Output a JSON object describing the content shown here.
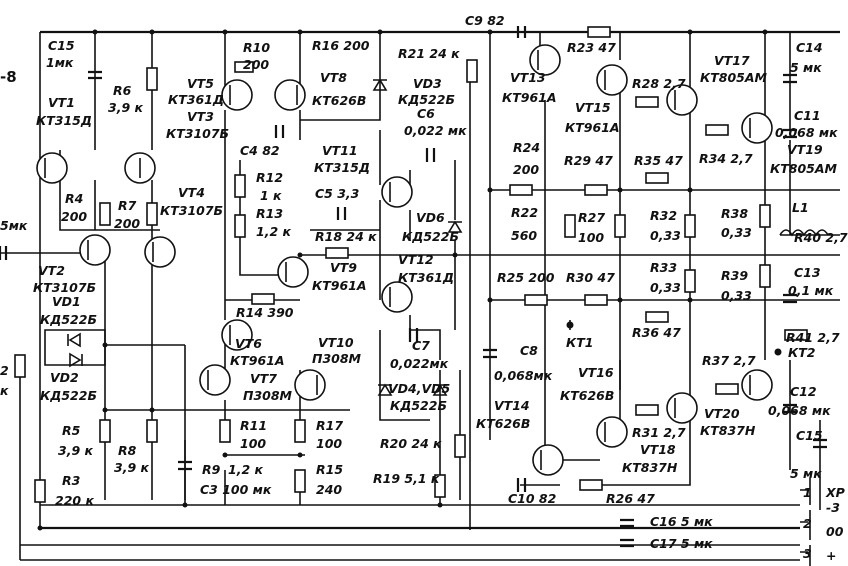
{
  "page_tag": "-8",
  "components": {
    "C15_top": [
      "C15",
      "1мк"
    ],
    "VT1": [
      "VT1",
      "КТ315Д"
    ],
    "R6": [
      "R6",
      "3,9 к"
    ],
    "VT5": [
      "VT5",
      "КТ361Д"
    ],
    "VT3": [
      "VT3",
      "КТ3107Б"
    ],
    "R10": [
      "R10",
      "200"
    ],
    "R16": [
      "R16 200"
    ],
    "VT8": [
      "VT8",
      "КТ626В"
    ],
    "C9": [
      "C9  82"
    ],
    "R21": [
      "R21 24 к"
    ],
    "VD3": [
      "VD3",
      "КД522Б"
    ],
    "R23": [
      "R23 47"
    ],
    "VT13": [
      "VT13",
      "КТ961А"
    ],
    "VT17": [
      "VT17",
      "КТ805АМ"
    ],
    "C14": [
      "C14",
      "5 мк"
    ],
    "R28": [
      "R28 2,7"
    ],
    "VT15": [
      "VT15",
      "КТ961А"
    ],
    "C11": [
      "C11",
      "0,068 мк"
    ],
    "C6": [
      "C6",
      "0,022 мк"
    ],
    "R35": [
      "R35 47"
    ],
    "R34": [
      "R34 2,7"
    ],
    "VT19": [
      "VT19",
      "КТ805АМ"
    ],
    "C4": [
      "C4 82"
    ],
    "VT11": [
      "VT11",
      "КТ315Д"
    ],
    "R24": [
      "R24",
      "200"
    ],
    "R29": [
      "R29 47"
    ],
    "R12": [
      "R12",
      "1 к"
    ],
    "R13": [
      "R13",
      "1,2 к"
    ],
    "C5": [
      "C5 3,3"
    ],
    "VT4": [
      "VT4",
      "КТ3107Б"
    ],
    "R4": [
      "R4",
      "200"
    ],
    "R7": [
      "R7",
      "200"
    ],
    "C_in": [
      "5мк"
    ],
    "VT2": [
      "VT2",
      "КТ3107Б"
    ],
    "VD1": [
      "VD1",
      "КД522Б"
    ],
    "VD2": [
      "VD2",
      "КД522Б"
    ],
    "R18": [
      "R18 24 к"
    ],
    "VT9": [
      "VT9",
      "КТ961А"
    ],
    "VD6": [
      "VD6",
      "КД522Б"
    ],
    "R22": [
      "R22",
      "560"
    ],
    "R27": [
      "R27",
      "100"
    ],
    "R32": [
      "R32",
      "0,33"
    ],
    "R38": [
      "R38",
      "0,33"
    ],
    "L1": [
      "L1"
    ],
    "R40": [
      "R40 2,7"
    ],
    "VT12": [
      "VT12",
      "КТ361Д"
    ],
    "R25": [
      "R25 200"
    ],
    "R30": [
      "R30 47"
    ],
    "R33": [
      "R33",
      "0,33"
    ],
    "R39": [
      "R39",
      "0,33"
    ],
    "C13": [
      "C13",
      "0,1 мк"
    ],
    "R14": [
      "R14 390"
    ],
    "VT6": [
      "VT6",
      "КТ961А"
    ],
    "VT7": [
      "VT7",
      "П308М"
    ],
    "VT10": [
      "VT10",
      "П308М"
    ],
    "C7": [
      "C7",
      "0,022мк"
    ],
    "C8": [
      "C8",
      "0,068мк"
    ],
    "KT1": [
      "КТ1"
    ],
    "R36": [
      "R36 47"
    ],
    "R41": [
      "R41 2,7"
    ],
    "KT2": [
      "КТ2"
    ],
    "R2": [
      "2",
      "к"
    ],
    "VD45": [
      "VD4,VD5",
      "КД522Б"
    ],
    "VT16": [
      "VT16",
      "КТ626В"
    ],
    "R37": [
      "R37 2,7"
    ],
    "VT20": [
      "VT20",
      "КТ837Н"
    ],
    "C12": [
      "C12",
      "0,068 мк"
    ],
    "R5": [
      "R5",
      "3,9 к"
    ],
    "R8": [
      "R8",
      "3,9 к"
    ],
    "R11": [
      "R11",
      "100"
    ],
    "R17": [
      "R17",
      "100"
    ],
    "VT14": [
      "VT14",
      "КТ626В"
    ],
    "R31": [
      "R31 2,7"
    ],
    "VT18": [
      "VT18",
      "КТ837Н"
    ],
    "C15_bot": [
      "C15",
      "5 мк"
    ],
    "R20": [
      "R20  24 к"
    ],
    "R9": [
      "R9",
      "1,2 к"
    ],
    "R15": [
      "R15",
      "240"
    ],
    "C3": [
      "C3  100 мк"
    ],
    "R19": [
      "R19  5,1 к"
    ],
    "R3": [
      "R3",
      "220 к"
    ],
    "C10": [
      "C10  82"
    ],
    "R26": [
      "R26  47"
    ],
    "C16": [
      "C16  5 мк"
    ],
    "C17": [
      "C17  5 мк"
    ]
  },
  "connector": {
    "pins": [
      "1",
      "2",
      "3"
    ],
    "labels": [
      "ХР",
      "-3",
      "00",
      "+"
    ]
  }
}
